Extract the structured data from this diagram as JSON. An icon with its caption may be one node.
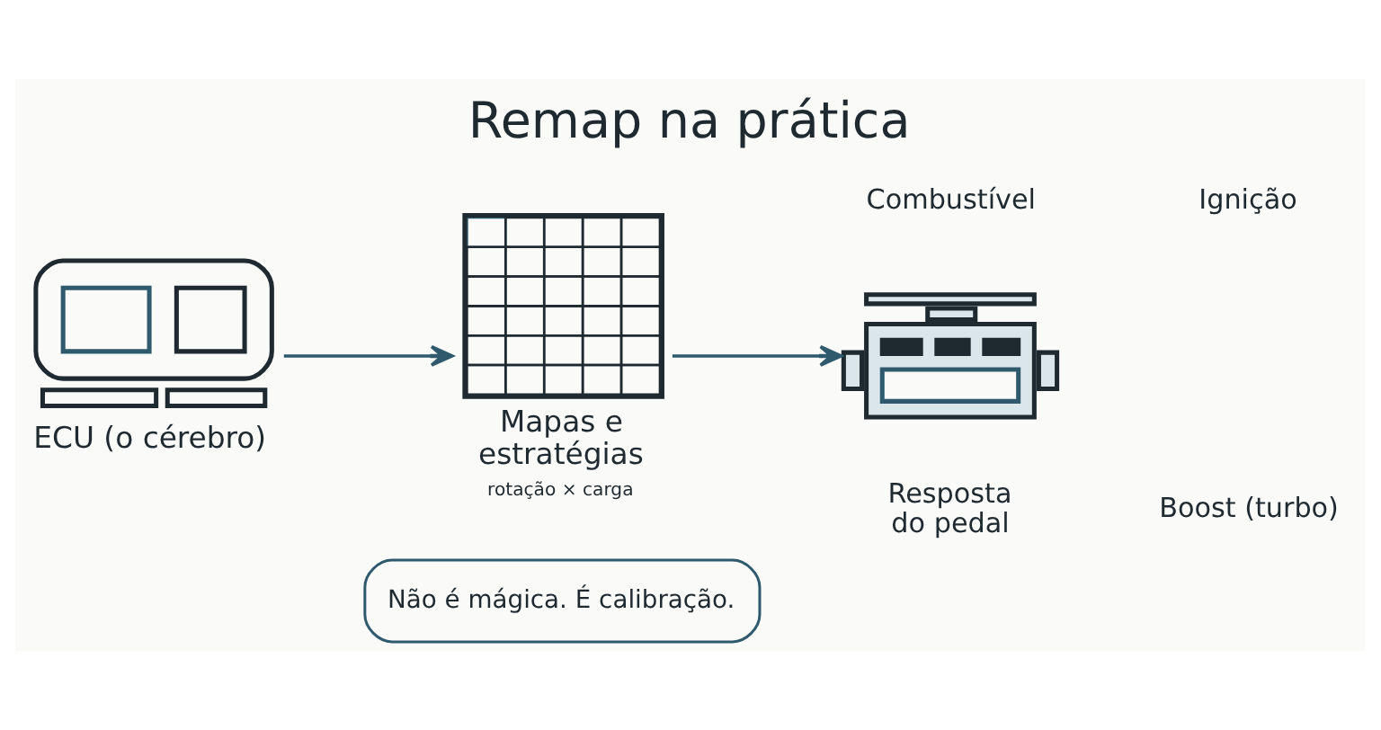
{
  "diagram": {
    "title": "Remap na prática",
    "nodes": [
      {
        "text": [
          "ECU (o cérebro)"
        ]
      },
      {
        "text": [
          "Mapas e estratégias",
          "rotação × carga"
        ]
      },
      {
        "text": [],
        "shape": "picture"
      },
      {
        "text": [
          "Não é mágica. É calibração."
        ]
      }
    ],
    "edges": [
      {
        "from": 0,
        "to": 1,
        "arrow": "to"
      },
      {
        "from": 1,
        "to": 2,
        "arrow": "to"
      }
    ],
    "labels": [
      "Combustível",
      "Ignição",
      "Resposta do pedal",
      "Boost (turbo)"
    ]
  }
}
